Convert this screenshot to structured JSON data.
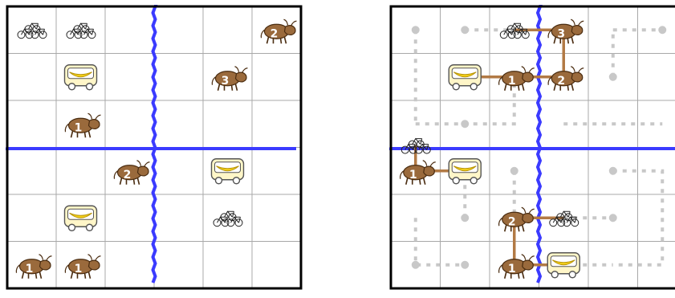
{
  "colors": {
    "grid_line": "#a8a8a8",
    "frame": "#000000",
    "river": "#3b3bff",
    "river_light": "#8aa4ff",
    "cow_body": "#9a6a3c",
    "cow_outline": "#4a2c10",
    "path_dot": "#c8c8c8",
    "route": "#b27a45",
    "bus_body": "#fff6c8",
    "banana": "#f5d21a"
  },
  "puzzle": {
    "rows": 6,
    "cols": 6,
    "river_col": 3,
    "river_row": 3,
    "items": [
      {
        "type": "bicycles",
        "icon": "bicycles-icon",
        "row": 0,
        "col": 0
      },
      {
        "type": "bicycles",
        "icon": "bicycles-icon",
        "row": 0,
        "col": 1
      },
      {
        "type": "cow",
        "icon": "cow-icon",
        "label": "2",
        "row": 0,
        "col": 5
      },
      {
        "type": "bus",
        "icon": "banana-bus-icon",
        "row": 1,
        "col": 1
      },
      {
        "type": "cow",
        "icon": "cow-icon",
        "label": "3",
        "row": 1,
        "col": 4
      },
      {
        "type": "cow",
        "icon": "cow-icon",
        "label": "1",
        "row": 2,
        "col": 1
      },
      {
        "type": "cow",
        "icon": "cow-icon",
        "label": "2",
        "row": 3,
        "col": 2
      },
      {
        "type": "bus",
        "icon": "banana-bus-icon",
        "row": 3,
        "col": 4
      },
      {
        "type": "bus",
        "icon": "banana-bus-icon",
        "row": 4,
        "col": 1
      },
      {
        "type": "bicycles",
        "icon": "bicycles-icon",
        "row": 4,
        "col": 4
      },
      {
        "type": "cow",
        "icon": "cow-icon",
        "label": "1",
        "row": 5,
        "col": 0
      },
      {
        "type": "cow",
        "icon": "cow-icon",
        "label": "1",
        "row": 5,
        "col": 1
      }
    ]
  },
  "solution": {
    "rows": 6,
    "cols": 6,
    "river_col": 2.5,
    "river_row": 3,
    "items": [
      {
        "type": "bicycles",
        "icon": "bicycles-icon",
        "row": 0,
        "col": 2
      },
      {
        "type": "cow",
        "icon": "cow-icon",
        "label": "3",
        "row": 0,
        "col": 3
      },
      {
        "type": "bus",
        "icon": "banana-bus-icon",
        "row": 1,
        "col": 1
      },
      {
        "type": "cow",
        "icon": "cow-icon",
        "label": "1",
        "row": 1,
        "col": 2
      },
      {
        "type": "cow",
        "icon": "cow-icon",
        "label": "2",
        "row": 1,
        "col": 3
      },
      {
        "type": "bicycles",
        "icon": "bicycles-icon",
        "row": 2.45,
        "col": 0
      },
      {
        "type": "cow",
        "icon": "cow-icon",
        "label": "1",
        "row": 3,
        "col": 0
      },
      {
        "type": "bus",
        "icon": "banana-bus-icon",
        "row": 3,
        "col": 1
      },
      {
        "type": "cow",
        "icon": "cow-icon",
        "label": "2",
        "row": 4,
        "col": 2
      },
      {
        "type": "bicycles",
        "icon": "bicycles-icon",
        "row": 4,
        "col": 3
      },
      {
        "type": "cow",
        "icon": "cow-icon",
        "label": "1",
        "row": 5,
        "col": 2
      },
      {
        "type": "bus",
        "icon": "banana-bus-icon",
        "row": 5,
        "col": 3
      }
    ],
    "routes": [
      [
        [
          2,
          0
        ],
        [
          3,
          0
        ],
        [
          3,
          1
        ],
        [
          2,
          1
        ],
        [
          1,
          1
        ]
      ],
      [
        [
          0,
          2.45
        ],
        [
          0,
          3
        ],
        [
          1,
          3
        ]
      ],
      [
        [
          2,
          4
        ],
        [
          2,
          5
        ],
        [
          3,
          5
        ]
      ],
      [
        [
          2,
          4
        ],
        [
          3,
          4
        ]
      ]
    ],
    "dotted_paths": [
      [
        [
          0,
          0
        ],
        [
          0,
          2
        ]
      ],
      [
        [
          1,
          0
        ],
        [
          2,
          0
        ]
      ],
      [
        [
          0,
          2
        ],
        [
          2,
          2
        ],
        [
          2,
          1
        ]
      ],
      [
        [
          3,
          2
        ],
        [
          5,
          2
        ]
      ],
      [
        [
          4,
          0
        ],
        [
          5,
          0
        ]
      ],
      [
        [
          4,
          1
        ],
        [
          4,
          0
        ]
      ],
      [
        [
          0,
          4
        ],
        [
          0,
          5
        ],
        [
          1,
          5
        ]
      ],
      [
        [
          1,
          4
        ],
        [
          1,
          3
        ]
      ],
      [
        [
          2,
          3
        ],
        [
          2,
          4
        ]
      ],
      [
        [
          3,
          4
        ],
        [
          4,
          4
        ]
      ],
      [
        [
          4,
          3
        ],
        [
          5,
          3
        ],
        [
          5,
          5
        ],
        [
          4,
          5
        ]
      ],
      [
        [
          3,
          5
        ],
        [
          4,
          5
        ]
      ]
    ],
    "dots": [
      [
        0,
        0
      ],
      [
        1,
        0
      ],
      [
        5,
        0
      ],
      [
        4,
        1
      ],
      [
        1,
        2
      ],
      [
        2,
        3
      ],
      [
        4,
        3
      ],
      [
        1,
        4
      ],
      [
        4,
        4
      ],
      [
        1,
        5
      ],
      [
        0,
        5
      ]
    ]
  }
}
